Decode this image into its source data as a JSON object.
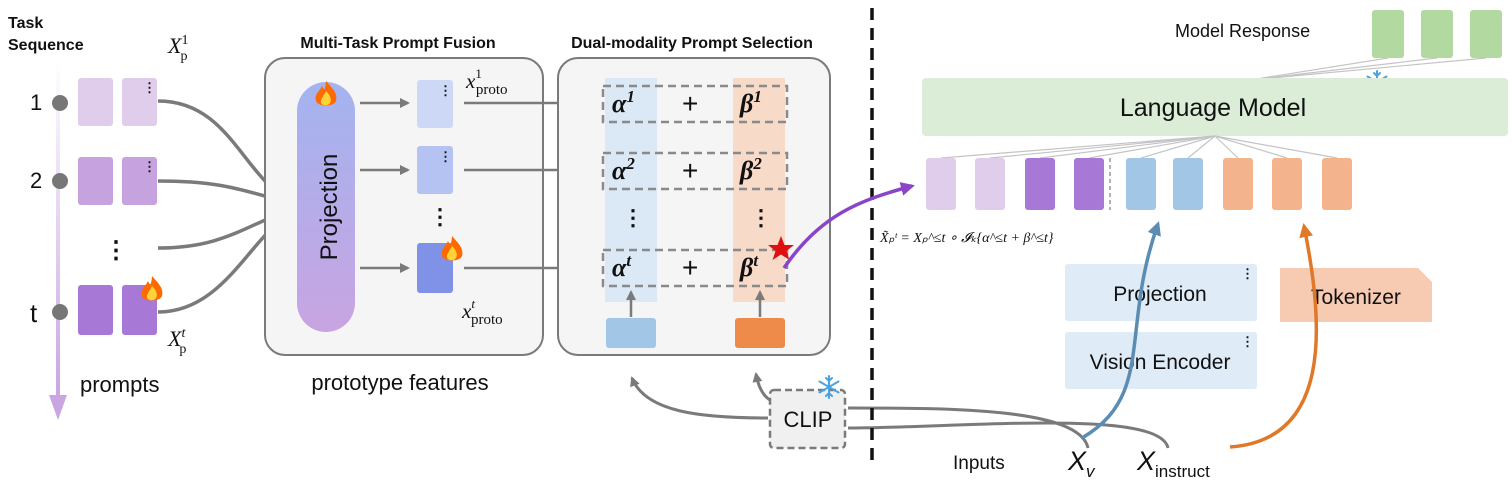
{
  "timeline": {
    "header_line1": "Task",
    "header_line2": "Sequence",
    "ticks": [
      "1",
      "2",
      "⋮",
      "t"
    ],
    "footer": "prompts",
    "xp_top_base": "X",
    "xp_top_sup": "1",
    "xp_top_sub": "p",
    "xp_bottom_base": "X",
    "xp_bottom_sup": "t",
    "xp_bottom_sub": "p",
    "vdots": "⋮"
  },
  "fusion": {
    "title": "Multi-Task Prompt Fusion",
    "projection_label": "Projection",
    "footer": "prototype features",
    "x_top_base": "x",
    "x_top_sup": "1",
    "x_top_sub": "proto",
    "x_bottom_base": "x",
    "x_bottom_sup": "t",
    "x_bottom_sub": "proto",
    "vdots": "⋮"
  },
  "selection": {
    "title": "Dual-modality Prompt Selection",
    "rows": [
      {
        "alpha": "α",
        "alpha_sup": "1",
        "plus": "+",
        "beta": "β",
        "beta_sup": "1"
      },
      {
        "alpha": "α",
        "alpha_sup": "2",
        "plus": "+",
        "beta": "β",
        "beta_sup": "2"
      },
      {
        "alpha": "⋮",
        "alpha_sup": "",
        "plus": "",
        "beta": "⋮",
        "beta_sup": ""
      },
      {
        "alpha": "α",
        "alpha_sup": "t",
        "plus": "+",
        "beta": "β",
        "beta_sup": "t"
      }
    ]
  },
  "clip": {
    "label": "CLIP"
  },
  "model": {
    "response_label": "Model Response",
    "language_model_label": "Language Model",
    "projection_label": "Projection",
    "vision_encoder_label": "Vision Encoder",
    "tokenizer_label": "Tokenizer",
    "inputs_label": "Inputs",
    "xv_base": "X",
    "xv_sub": "v",
    "xinstruct_base": "X",
    "xinstruct_sub": "instruct",
    "formula": "X̃ₚᵗ = Xₚ^≤t ∘ 𝓘ₖ{α^≤t + β^≤t}",
    "vdots": "⋮"
  },
  "colors": {
    "prompt_light": "#e0cdec",
    "prompt_mid": "#c6a2df",
    "prompt_dark": "#a878d6",
    "proto_1": "#cdd8f6",
    "proto_2": "#b4c3f2",
    "proto_t": "#7f92e8",
    "alpha_col": "#dbe8f5",
    "beta_col": "#f8dac8",
    "image_token": "#a2c6e6",
    "text_token": "#f3b48d",
    "language_model_bg": "#dcedd7",
    "response_token": "#b2d9a0",
    "encoder_bg": "#dfebf7",
    "tokenizer_bg": "#f7cbb2",
    "panel_bg": "#f5f5f5",
    "arrow_purple": "#8a44c8",
    "arrow_blue": "#5b8db3",
    "arrow_orange": "#e0782a",
    "star": "#e01010"
  },
  "icons": [
    "fire-icon",
    "snowflake-icon",
    "star-icon"
  ]
}
